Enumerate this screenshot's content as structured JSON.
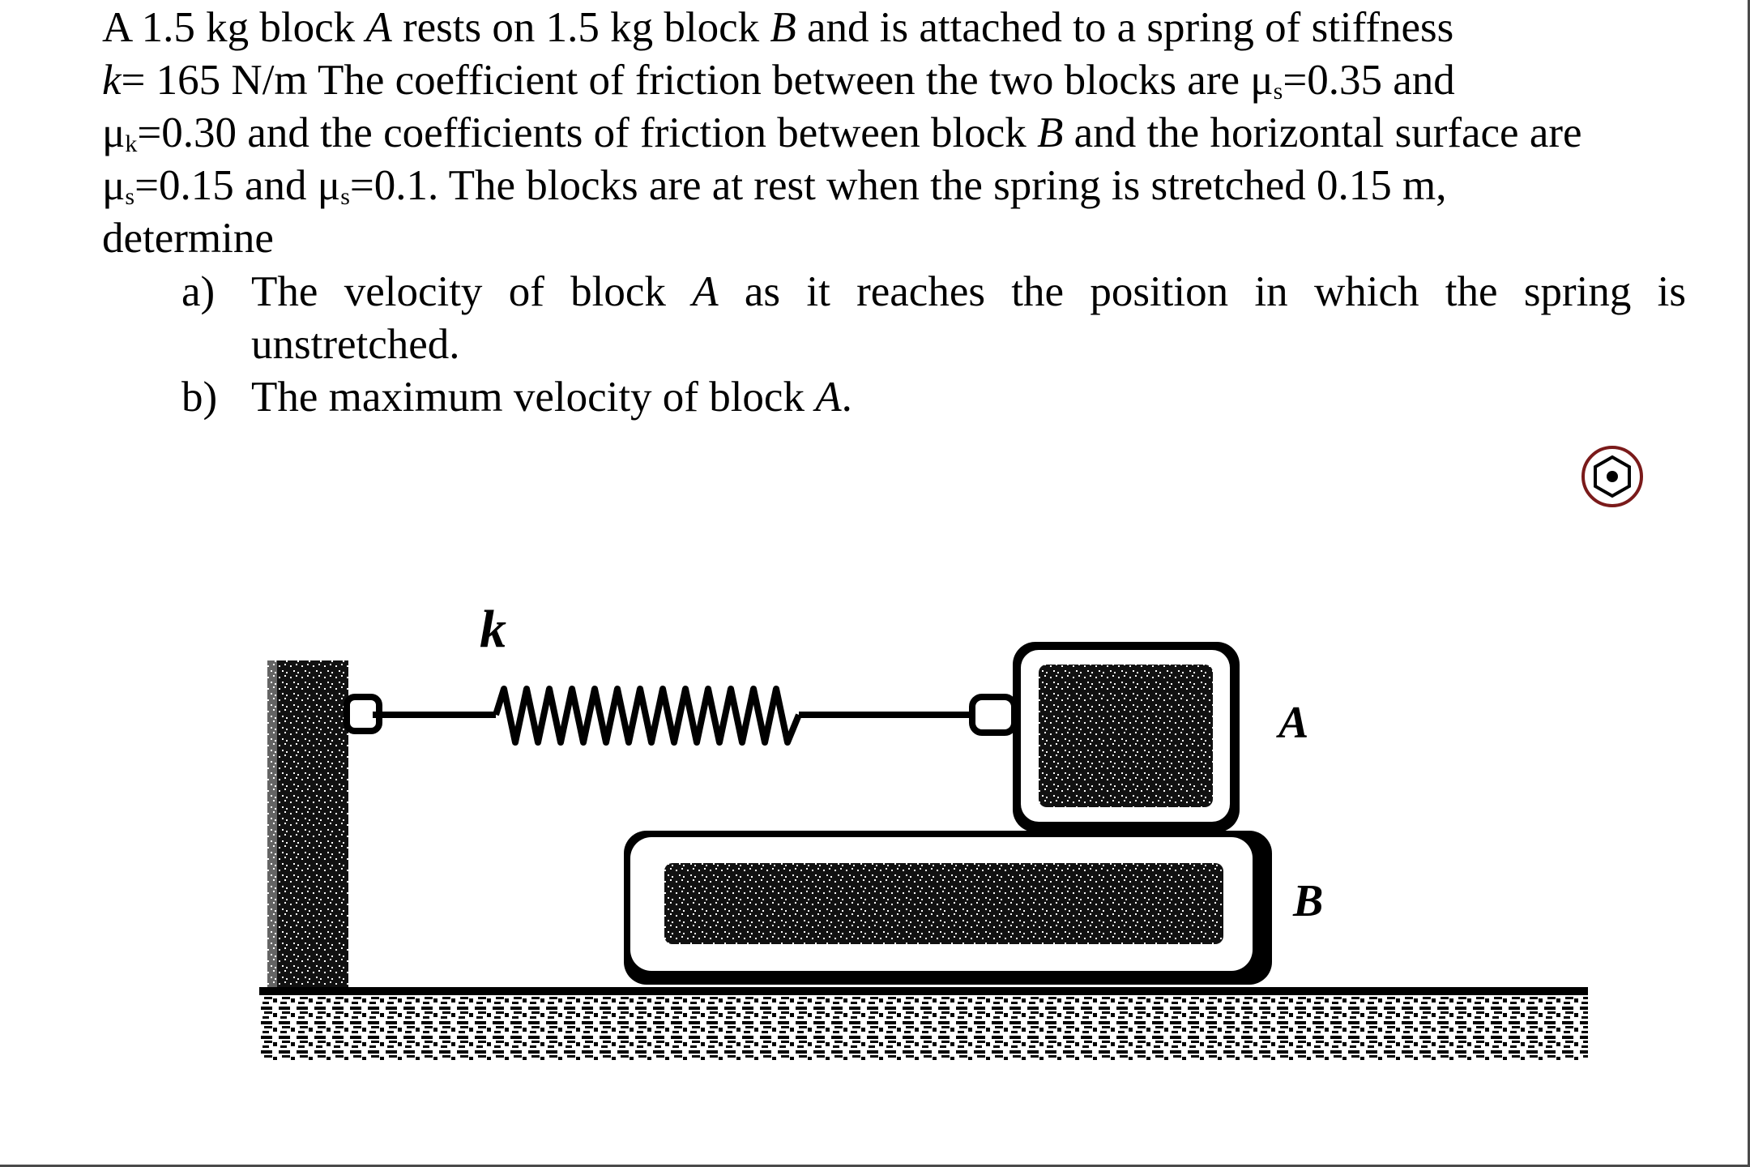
{
  "problem": {
    "line1": {
      "t1": "A 1.5 kg block ",
      "blockA": "A",
      "t2": " rests on 1.5 kg block ",
      "blockB": "B",
      "t3": " and is attached to a spring of stiffness"
    },
    "line2": {
      "k": "k",
      "t1": "= 165 N/m The coefficient of friction between the two blocks are μ",
      "sub1": "s",
      "t2": "=0.35 and"
    },
    "line3": {
      "t1": "μ",
      "sub1": "k",
      "t2": "=0.30 and the coefficients of friction between block ",
      "blockB": "B",
      "t3": " and the horizontal surface are"
    },
    "line4": {
      "t1": "μ",
      "sub1": "s",
      "t2": "=0.15 and μ",
      "sub2": "s",
      "t3": "=0.1. The blocks are at rest when the spring is stretched 0.15 m,"
    },
    "line5": "determine"
  },
  "questions": [
    {
      "marker": "a)",
      "t1": "The velocity of block ",
      "block": "A",
      "t2": " as it reaches the position in which the spring is unstretched."
    },
    {
      "marker": "b)",
      "t1": "The maximum velocity of block ",
      "block": "A",
      "t2": "."
    }
  ],
  "figure": {
    "spring_label": "k",
    "label_A": "A",
    "label_B": "B"
  },
  "colors": {
    "badge": "#7a1a1a",
    "ink": "#000000"
  }
}
